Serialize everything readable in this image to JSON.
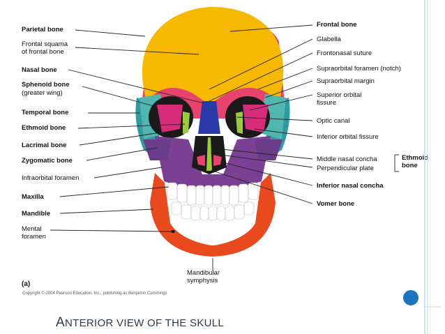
{
  "labels": {
    "parietal_bone": "Parietal bone",
    "frontal_squama": "Frontal squama\nof frontal bone",
    "nasal_bone": "Nasal bone",
    "sphenoid_bone": "Sphenoid bone",
    "sphenoid_sub": "(greater wing)",
    "temporal_bone": "Temporal bone",
    "ethmoid_bone": "Ethmoid bone",
    "lacrimal_bone": "Lacrimal bone",
    "zygomatic_bone": "Zygomatic bone",
    "infraorbital_foramen": "Infraorbital foramen",
    "maxilla": "Maxilla",
    "mandible": "Mandible",
    "mental_foramen": "Mental\nforamen",
    "frontal_bone": "Frontal bone",
    "glabella": "Glabella",
    "frontonasal_suture": "Frontonasal suture",
    "supraorbital_foramen": "Supraorbital foramen (notch)",
    "supraorbital_margin": "Supraorbital margin",
    "superior_orbital_fissure": "Superior orbital\nfissure",
    "optic_canal": "Optic canal",
    "inferior_orbital_fissure": "Inferior orbital fissure",
    "middle_nasal_concha": "Middle nasal concha",
    "perpendicular_plate": "Perpendicular plate",
    "ethmoid_group": "Ethmoid\nbone",
    "inferior_nasal_concha": "Inferior nasal concha",
    "vomer_bone": "Vomer bone",
    "mandibular_symphysis": "Mandibular\nsymphysis"
  },
  "figure_tag": "(a)",
  "copyright": "Copyright © 2004 Pearson Education, Inc., publishing as Benjamin Cummings",
  "slide_title": {
    "first_letter": "A",
    "rest_1": "NTERIOR VIEW OF THE SKULL"
  },
  "colors": {
    "frontal": "#f7b900",
    "parietal": "#e8436c",
    "temporal": "#2f9aa0",
    "sphenoid": "#4fb6b0",
    "zygomatic": "#6a3c8a",
    "maxilla": "#7b3f93",
    "mandible": "#e84a1d",
    "nasal": "#2a3aa8",
    "orbit": "#d62c7a",
    "ethmoid": "#9acb3c",
    "title": "#2a3a4a",
    "accent": "#1e73be"
  }
}
